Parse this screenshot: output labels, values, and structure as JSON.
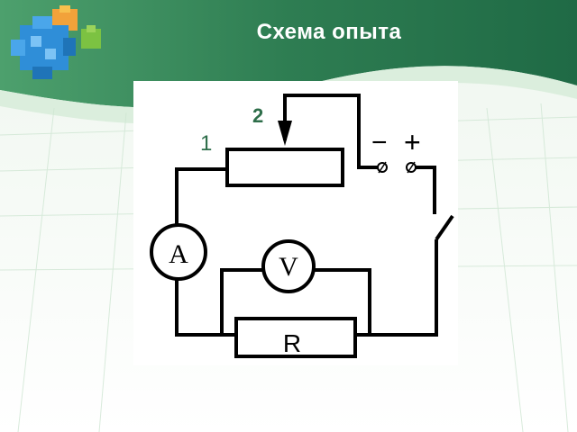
{
  "slide": {
    "title": "Схема опыта"
  },
  "diagram": {
    "label_1": "1",
    "label_2": "2",
    "ammeter_symbol": "A",
    "voltmeter_symbol": "V",
    "resistor_label": "R",
    "source_minus": "−",
    "source_plus": "+"
  },
  "icons": [
    "puzzle-cubes-logo"
  ],
  "colors": {
    "header_green": "#2e7d52",
    "header_dark": "#1f5f3e",
    "label_green": "#2e6e4a",
    "wire": "#000000"
  }
}
